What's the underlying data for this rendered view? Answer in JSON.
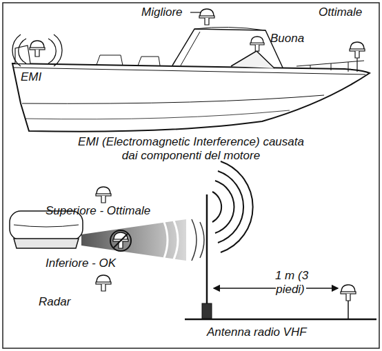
{
  "diagram": {
    "labels": [
      "Migliore",
      "Ottimale",
      "Buona",
      "EMI",
      "EMI (Electromagnetic Interference) causata dai componenti del motore",
      "Superiore - Ottimale",
      "Inferiore - OK",
      "Radar",
      "1 m (3 piedi)",
      "Antenna radio VHF"
    ]
  }
}
